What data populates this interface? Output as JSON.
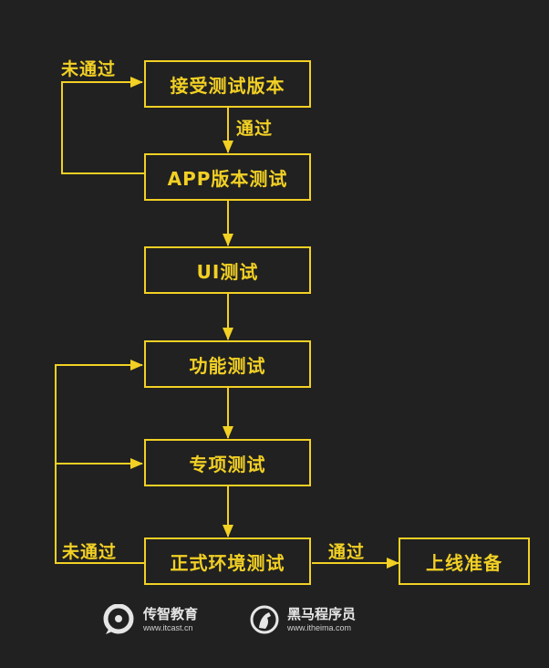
{
  "colors": {
    "accent": "#f2d024",
    "background": "#212121"
  },
  "nodes": {
    "receive": "接受测试版本",
    "app": "APP版本测试",
    "ui": "UI测试",
    "function": "功能测试",
    "special": "专项测试",
    "formal": "正式环境测试",
    "launch": "上线准备"
  },
  "edge_labels": {
    "receive_to_app": "通过",
    "app_fail": "未通过",
    "formal_fail": "未通过",
    "formal_to_launch": "通过"
  },
  "logos": {
    "itcast": {
      "name": "传智教育",
      "url": "www.itcast.cn",
      "icon": "itcast-logo-icon"
    },
    "itheima": {
      "name": "黑马程序员",
      "url": "www.itheima.com",
      "icon": "itheima-horse-icon"
    }
  }
}
